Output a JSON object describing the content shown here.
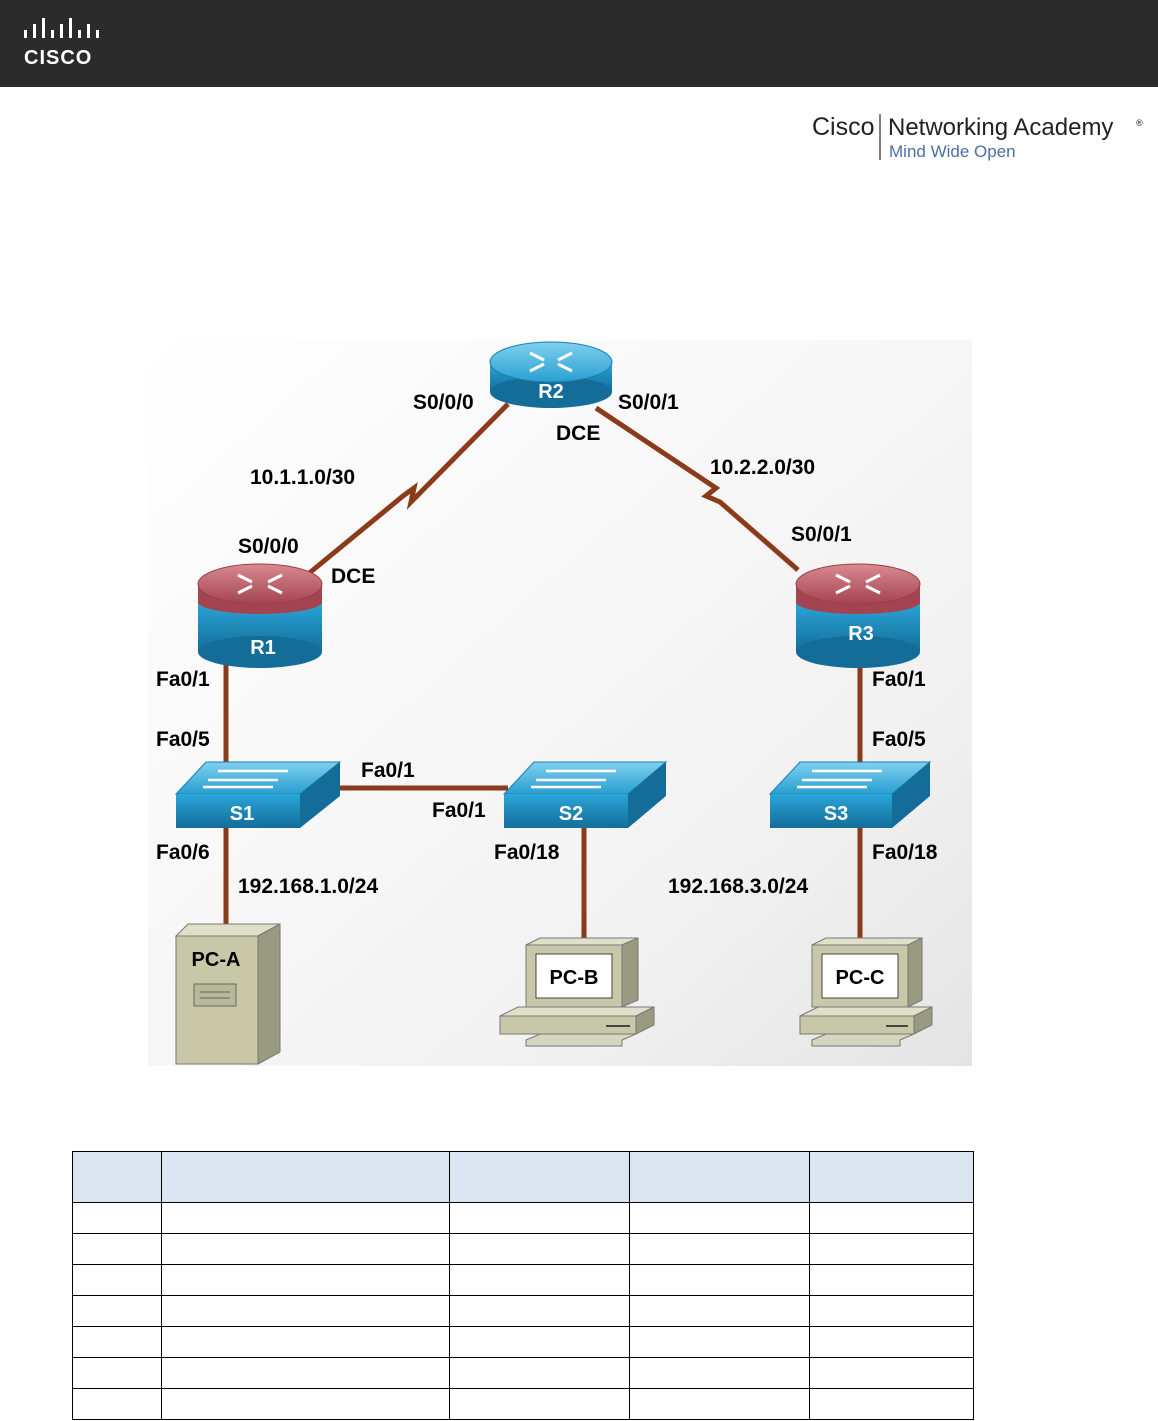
{
  "header": {
    "cisco_logo_text": "CISCO",
    "academy_brand": "Cisco",
    "academy_name": "Networking Academy",
    "academy_tagline": "Mind Wide Open"
  },
  "diagram": {
    "routers": {
      "r1": "R1",
      "r2": "R2",
      "r3": "R3"
    },
    "switches": {
      "s1": "S1",
      "s2": "S2",
      "s3": "S3"
    },
    "pcs": {
      "pca": "PC-A",
      "pcb": "PC-B",
      "pcc": "PC-C"
    },
    "labels": {
      "r2_s000": "S0/0/0",
      "r2_s001": "S0/0/1",
      "r2_dce": "DCE",
      "net_10_1": "10.1.1.0/30",
      "net_10_2": "10.2.2.0/30",
      "r1_s000": "S0/0/0",
      "r1_dce": "DCE",
      "r3_s001": "S0/0/1",
      "r1_fa01": "Fa0/1",
      "s1_fa05": "Fa0/5",
      "s1_fa01": "Fa0/1",
      "s2_fa01": "Fa0/1",
      "s1_fa06": "Fa0/6",
      "net_192_1": "192.168.1.0/24",
      "s2_fa018": "Fa0/18",
      "r3_fa01": "Fa0/1",
      "s3_fa05": "Fa0/5",
      "s3_fa018": "Fa0/18",
      "net_192_3": "192.168.3.0/24"
    }
  },
  "colors": {
    "topbar": "#2b2b2b",
    "link": "#8b3a1a",
    "device_blue": "#1f8fc4",
    "router_red": "#b0545c",
    "pc_beige": "#c8c8a8",
    "table_header": "#dbe5f1"
  }
}
